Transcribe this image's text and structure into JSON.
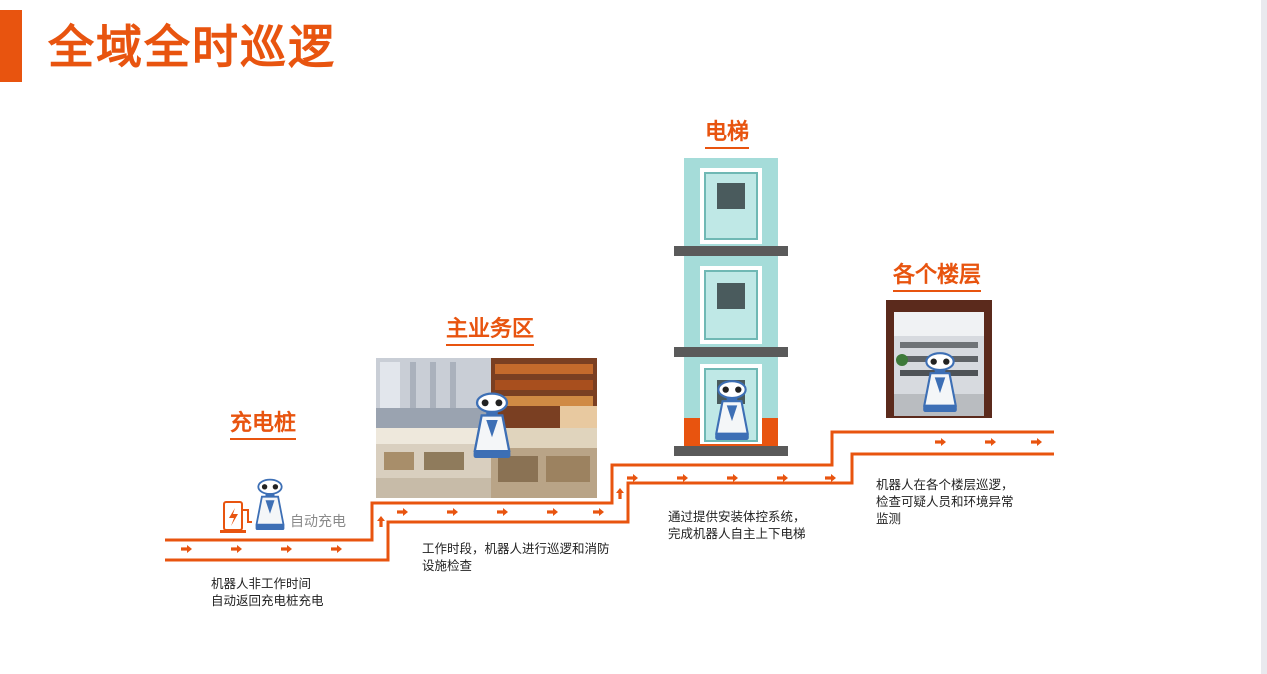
{
  "title": "全域全时巡逻",
  "stages": {
    "charging": {
      "label": "充电桩",
      "badge": "自动充电",
      "desc": [
        "机器人非工作时间",
        "自动返回充电桩充电"
      ]
    },
    "business": {
      "label": "主业务区",
      "desc": [
        "工作时段，机器人进行巡逻和消防",
        "设施检查"
      ]
    },
    "elevator": {
      "label": "电梯",
      "desc": [
        "通过提供安装体控系统，",
        "完成机器人自主上下电梯"
      ]
    },
    "floors": {
      "label": "各个楼层",
      "desc": [
        "机器人在各个楼层巡逻，",
        "检查可疑人员和环境异常",
        "监测"
      ]
    }
  },
  "icons": [
    "charging-pile-icon",
    "robot-icon",
    "arrow-right-icon",
    "arrow-up-icon"
  ],
  "colors": {
    "accent": "#e8540f",
    "elevator": "#9fd6d4",
    "elevator_frame": "#5a5a5a"
  }
}
